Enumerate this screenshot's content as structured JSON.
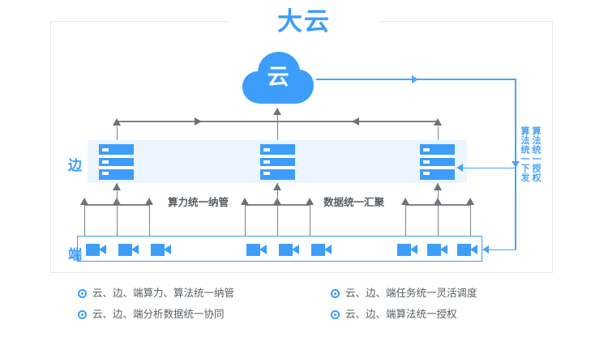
{
  "title": "大云",
  "colors": {
    "accent": "#3d9dfb",
    "accent_light": "#4aa3fb",
    "band_bg": "#ecf4fe",
    "gray_line": "#7e8489",
    "frame_border": "#e8e8e8",
    "text_gray": "#5a6166"
  },
  "cloud": {
    "label": "云",
    "name": "cloud-node"
  },
  "layers": {
    "edge": {
      "label": "边",
      "servers": 3
    },
    "end": {
      "label": "端",
      "cameras": 9
    }
  },
  "flows": {
    "compute": "算力统一纳管",
    "data": "数据统一汇聚",
    "algo_dispatch": "算法统一下发",
    "algo_auth": "算法统一授权"
  },
  "legend": [
    {
      "text": "云、边、端算力、算法统一纳管"
    },
    {
      "text": "云、边、端分析数据统一协同"
    },
    {
      "text": "云、边、端任务统一灵活调度"
    },
    {
      "text": "云、边、端算法统一授权"
    }
  ]
}
